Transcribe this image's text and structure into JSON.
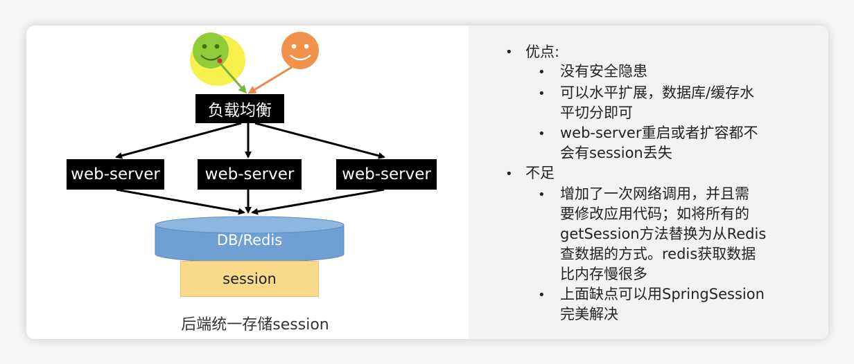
{
  "diagram": {
    "load_balancer": "负载均衡",
    "servers": [
      "web-server",
      "web-server",
      "web-server"
    ],
    "db": "DB/Redis",
    "session": "session",
    "caption": "后端统一存储session"
  },
  "notes": {
    "pros_heading": "优点:",
    "pros": [
      {
        "lines": [
          "没有安全隐患"
        ]
      },
      {
        "lines": [
          "可以水平扩展，数据库/缓存水",
          "平切分即可"
        ]
      },
      {
        "lines": [
          "web-server重启或者扩容都不",
          "会有session丢失"
        ]
      }
    ],
    "cons_heading": "不足",
    "cons": [
      {
        "lines": [
          "增加了一次网络调用，并且需",
          "要修改应用代码；如将所有的",
          "getSession方法替换为从Redis",
          "查数据的方式。redis获取数据",
          "比内存慢很多"
        ]
      },
      {
        "lines": [
          "上面缺点可以用SpringSession",
          "完美解决"
        ]
      }
    ]
  },
  "colors": {
    "user1": "#8fcc3a",
    "user1_highlight": "#f5ee3c",
    "user2": "#f0924c",
    "db": "#6fa0d4",
    "session_fill": "#f9d98a"
  }
}
